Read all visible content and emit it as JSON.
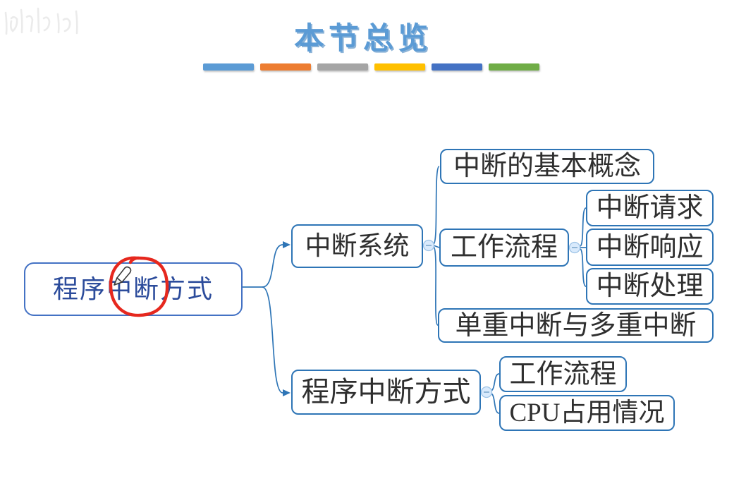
{
  "header": {
    "title": "本节总览",
    "dash_colors": [
      "#5B9BD5",
      "#ED7D31",
      "#A5A5A5",
      "#FFC000",
      "#4472C4",
      "#70AD47"
    ]
  },
  "mindmap": {
    "root": {
      "label": "程序中断方式"
    },
    "branches": [
      {
        "label": "中断系统",
        "children": [
          {
            "label": "中断的基本概念"
          },
          {
            "label": "工作流程",
            "children": [
              {
                "label": "中断请求"
              },
              {
                "label": "中断响应"
              },
              {
                "label": "中断处理"
              }
            ]
          },
          {
            "label": "单重中断与多重中断"
          }
        ]
      },
      {
        "label": "程序中断方式",
        "children": [
          {
            "label": "工作流程"
          },
          {
            "label": "CPU占用情况"
          }
        ]
      }
    ],
    "collapse_glyph": "−",
    "line_color": "#2E75B6"
  },
  "annotation": {
    "type": "hand-drawn-circle",
    "around_text": "中断",
    "color": "#E6281E"
  }
}
